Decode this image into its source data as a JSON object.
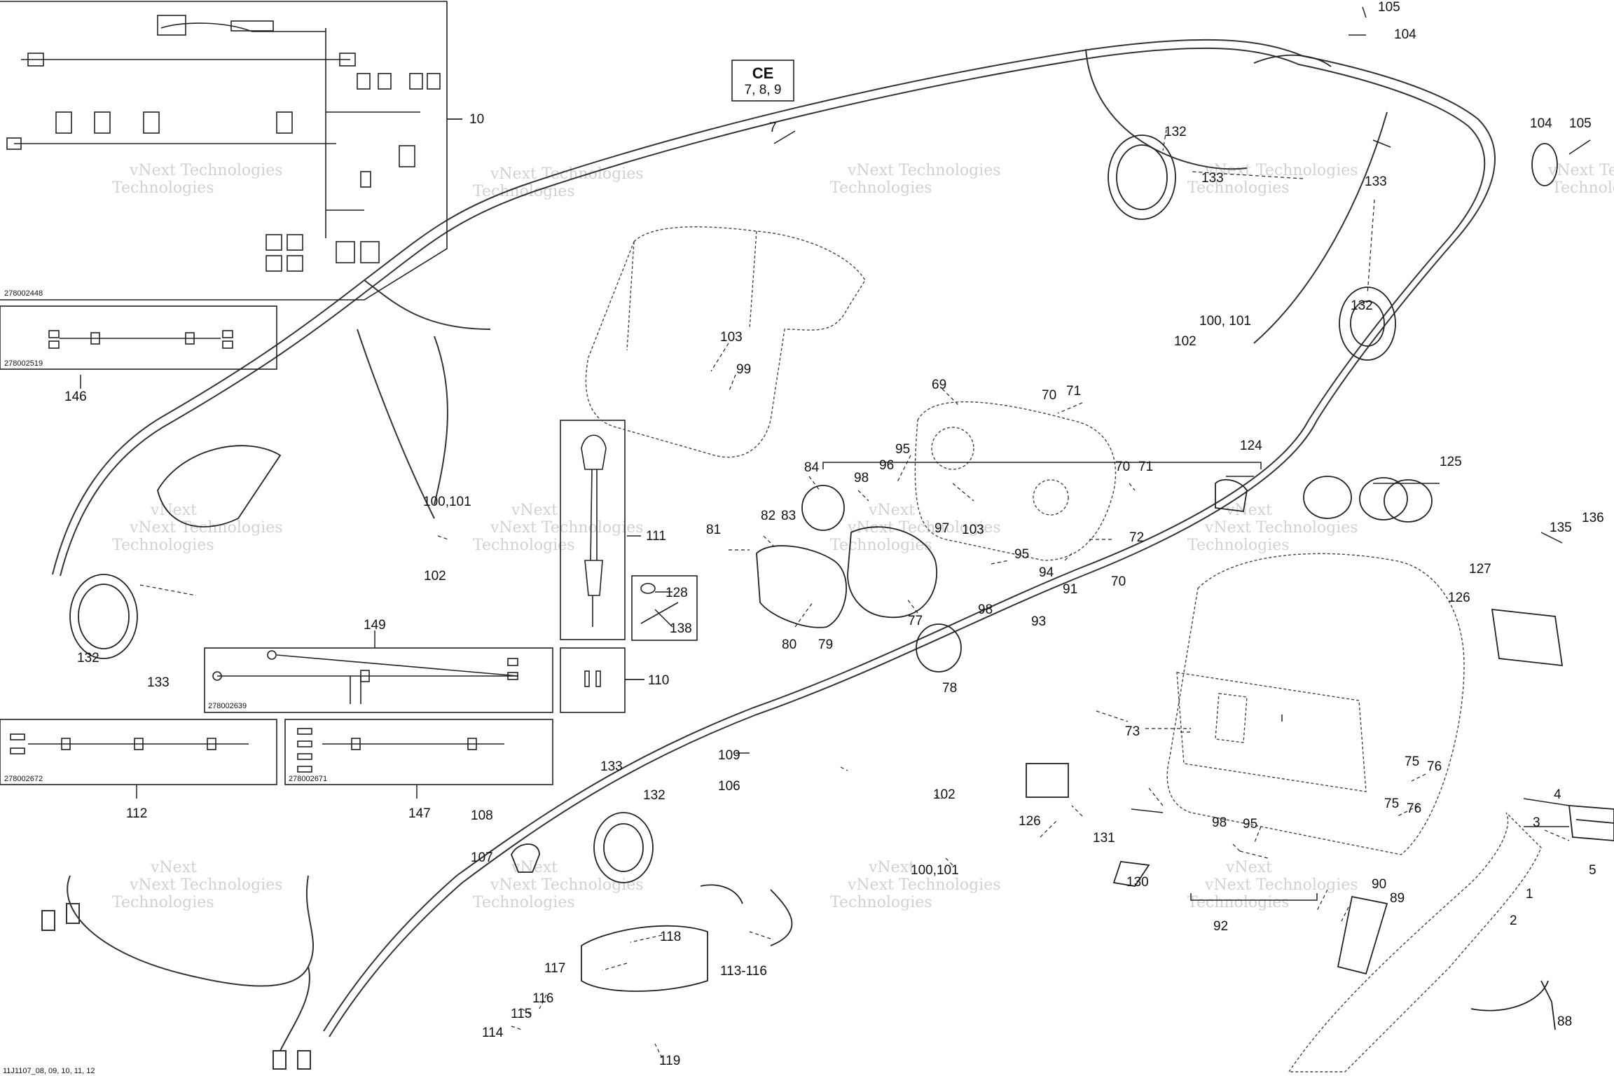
{
  "diagram": {
    "footer_code": "11J1107_08, 09, 10, 11, 12",
    "ce_box": {
      "title": "CE",
      "subtitle": "7, 8, 9"
    },
    "inset_codes": [
      "278002448",
      "278002519",
      "278002639",
      "278002672",
      "278002671"
    ],
    "watermark": {
      "line1": "vNext Technologies",
      "line2": "Technologies",
      "line3": "vNext"
    },
    "parts": [
      "105",
      "104",
      "104",
      "105",
      "10",
      "7",
      "132",
      "133",
      "133",
      "132",
      "100, 101",
      "102",
      "146",
      "103",
      "99",
      "69",
      "70",
      "71",
      "70",
      "71",
      "72",
      "70",
      "124",
      "125",
      "136",
      "135",
      "127",
      "126",
      "84",
      "98",
      "96",
      "95",
      "97",
      "103",
      "82",
      "83",
      "81",
      "111",
      "128",
      "138",
      "80",
      "79",
      "77",
      "78",
      "95",
      "94",
      "91",
      "98",
      "93",
      "100,101",
      "102",
      "132",
      "133",
      "149",
      "110",
      "73",
      "75",
      "76",
      "75",
      "76",
      "4",
      "3",
      "5",
      "1",
      "2",
      "112",
      "147",
      "133",
      "132",
      "109",
      "106",
      "108",
      "107",
      "102",
      "100,101",
      "126",
      "131",
      "130",
      "98",
      "95",
      "92",
      "90",
      "89",
      "88",
      "118",
      "117",
      "113-116",
      "116",
      "115",
      "114",
      "119"
    ]
  }
}
